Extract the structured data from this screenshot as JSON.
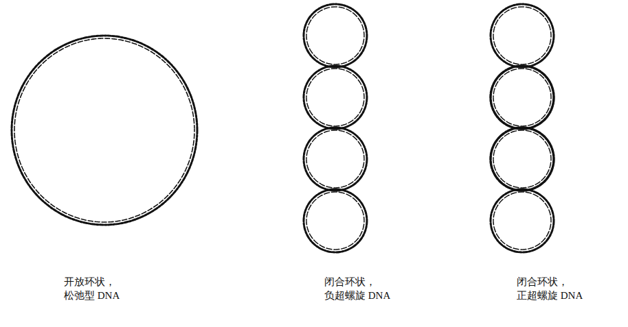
{
  "diagram": {
    "labels": [
      "开放环状，",
      "松弛型 DNA",
      "闭合环状，",
      "负超螺旋 DNA",
      "闭合环状，",
      "正超螺旋 DNA"
    ]
  }
}
